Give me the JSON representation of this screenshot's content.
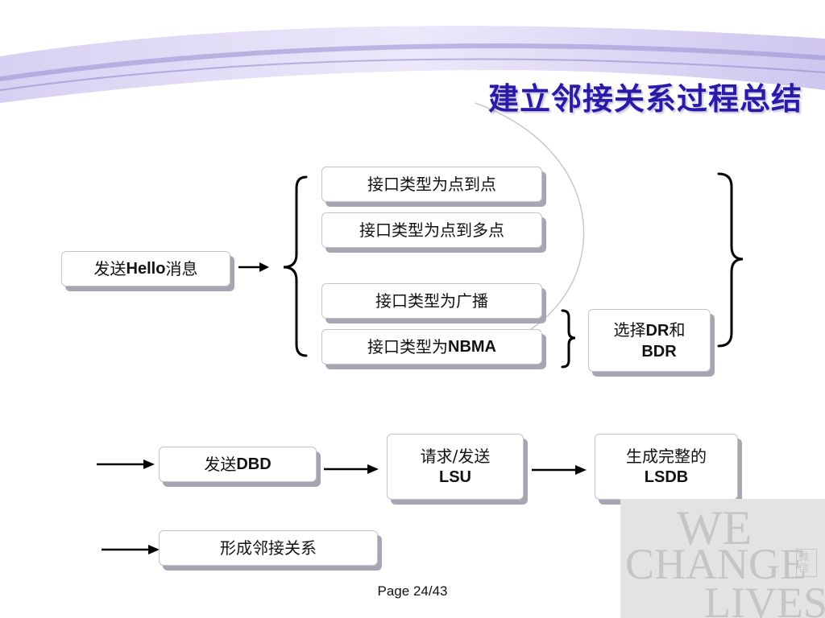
{
  "title": "建立邻接关系过程总结",
  "nodes": {
    "send_hello": {
      "prefix": "发送",
      "latin": "Hello",
      "suffix": "消息"
    },
    "p2p": {
      "text": "接口类型为点到点"
    },
    "p2mp": {
      "text": "接口类型为点到多点"
    },
    "broadcast": {
      "text": "接口类型为广播"
    },
    "nbma": {
      "prefix": "接口类型为",
      "latin": "NBMA"
    },
    "select_dr": {
      "line1_prefix": "选择",
      "line1_latin": "DR",
      "line1_suffix": "和",
      "line2": "BDR"
    },
    "send_dbd": {
      "prefix": "发送",
      "latin": "DBD"
    },
    "request_lsu": {
      "line1": "请求/发送",
      "line2": "LSU"
    },
    "generate_lsdb": {
      "line1": "生成完整的",
      "line2": "LSDB"
    },
    "form_adjacency": {
      "text": "形成邻接关系"
    }
  },
  "footer": "Page 24/43",
  "watermark": {
    "line1": "WE",
    "line2": "CHANGE",
    "line3": "LIVES",
    "seal": "微信"
  },
  "colors": {
    "title": "#2a1aa8",
    "band": "#b9aee4",
    "arrow": "#000000"
  }
}
